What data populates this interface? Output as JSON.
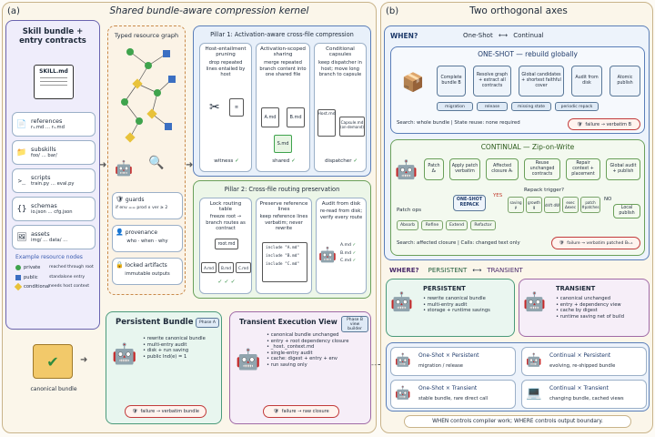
{
  "panel_a": {
    "label": "(a)",
    "title": "Shared bundle-aware compression kernel",
    "skill_bundle": {
      "title": "Skill bundle + entry contracts",
      "skill_file": "SKILL.md",
      "resources": [
        {
          "name": "references",
          "detail": "r₁.md … rₙ.md",
          "icon": "document-stack-icon"
        },
        {
          "name": "subskills",
          "detail": "foo/ … bar/",
          "icon": "folder-icon"
        },
        {
          "name": "scripts",
          "detail": "train.py … eval.py",
          "icon": "terminal-icon"
        },
        {
          "name": "schemas",
          "detail": "io.json … cfg.json",
          "icon": "braces-icon"
        },
        {
          "name": "assets",
          "detail": "img/ … data/ …",
          "icon": "image-icon"
        }
      ],
      "legend_title": "Example resource nodes",
      "legend": [
        {
          "key": "private",
          "desc": "reached through root",
          "color": "#3fa34d"
        },
        {
          "key": "public",
          "desc": "standalone entry",
          "color": "#3b6fc2"
        },
        {
          "key": "conditional",
          "desc": "needs host context",
          "color": "#e8c23a"
        }
      ]
    },
    "graph": {
      "title": "Typed resource graph",
      "guards_title": "guards",
      "guards_expr": "if env == prod ∧ ver ≥ 2",
      "provenance_title": "provenance",
      "provenance_detail": "who · when · why",
      "locked_title": "locked artifacts",
      "locked_detail": "immutable outputs"
    },
    "pillar1": {
      "title": "Pillar 1: Activation-aware cross-file compression",
      "cols": [
        {
          "title": "Host-entailment pruning",
          "desc": "drop repeated lines entailed by host",
          "status": "witness"
        },
        {
          "title": "Activation-scoped sharing",
          "desc": "merge repeated branch content into one shared file",
          "status": "shared"
        },
        {
          "title": "Conditional capsules",
          "desc": "keep dispatcher in host; move long branch to capsule",
          "status": "dispatcher"
        }
      ],
      "files": {
        "a": "A.md",
        "b": "B.md",
        "s": "S.md",
        "host": "Host.md",
        "capsule": "Capsule.md",
        "capsule_note": "(on-demand)"
      }
    },
    "pillar2": {
      "title": "Pillar 2: Cross-file routing preservation",
      "cols": [
        {
          "title": "Lock routing table",
          "desc": "freeze root → branch routes as contract"
        },
        {
          "title": "Preserve reference lines",
          "desc": "keep reference lines verbatim; never rewrite"
        },
        {
          "title": "Audit from disk",
          "desc": "re-read from disk; verify every route"
        }
      ],
      "root": "root.md",
      "branches": [
        "A.md",
        "B.md",
        "C.md"
      ],
      "includes": [
        "include \"A.md\"",
        "include \"B.md\"",
        "include \"C.md\""
      ]
    },
    "persistent": {
      "title": "Persistent Bundle",
      "phase": "Phase A",
      "items": [
        "rewrite canonical bundle",
        "multi-entry audit",
        "disk + run saving",
        "public Ind(e) = 1"
      ],
      "failure": "failure → verbatim bundle"
    },
    "transient": {
      "title": "Transient Execution View",
      "phase": "Phase B view builder",
      "items": [
        "canonical bundle unchanged",
        "entry + root dependency closure",
        "_host._context.md",
        "single-entry audit",
        "cache: digest + entry + env",
        "run saving only"
      ],
      "failure": "failure → raw closure"
    },
    "canonical_label": "canonical bundle"
  },
  "panel_b": {
    "label": "(b)",
    "title": "Two orthogonal axes",
    "when": {
      "label": "WHEN?",
      "left": "One-Shot",
      "right": "Continual"
    },
    "oneshot": {
      "title": "ONE-SHOT — rebuild globally",
      "steps": [
        "Complete bundle B",
        "Resolve graph + extract all contracts",
        "Global candidates + shortest faithful cover",
        "Audit from disk",
        "Atomic publish"
      ],
      "triggers": [
        "migration",
        "release",
        "missing state",
        "periodic repack"
      ],
      "search": "Search: whole bundle  |  State reuse: none required",
      "failure": "failure → verbatim B"
    },
    "continual": {
      "title": "CONTINUAL — Zip-on-Write",
      "steps": [
        "Patch Δₜ",
        "Apply patch verbatim",
        "Affected closure Aₜ",
        "Reuse unchanged contracts",
        "Repair context + placement",
        "Global audit + publish"
      ],
      "repack_q": "Repack trigger?",
      "yes": "YES",
      "no": "NO",
      "oneshot_repack": "ONE-SHOT REPACK",
      "local_publish": "Local publish",
      "metrics": [
        "saving ρ",
        "growth g",
        "drift dW",
        "exec Δexec",
        "patch #patches"
      ],
      "patch_ops_label": "Patch ops",
      "ops": [
        "Absorb",
        "Refine",
        "Extend",
        "Refactor"
      ],
      "search": "Search: affected closure  |  Calls: changed text only",
      "failure": "failure → verbatim patched Bₜ₊₁"
    },
    "where": {
      "label": "WHERE?",
      "left": "PERSISTENT",
      "right": "TRANSIENT"
    },
    "persistent": {
      "title": "PERSISTENT",
      "items": [
        "rewrite canonical bundle",
        "multi-entry audit",
        "storage + runtime savings"
      ]
    },
    "transient": {
      "title": "TRANSIENT",
      "items": [
        "canonical unchanged",
        "entry + dependency view",
        "cache by digest",
        "runtime saving net of build"
      ]
    },
    "combos": [
      {
        "title": "One-Shot × Persistent",
        "desc": "migration / release"
      },
      {
        "title": "Continual × Persistent",
        "desc": "evolving, re-shipped bundle"
      },
      {
        "title": "One-Shot × Transient",
        "desc": "stable bundle, rare direct call"
      },
      {
        "title": "Continual × Transient",
        "desc": "changing bundle, cached views"
      }
    ],
    "footer": "WHEN controls compiler work;  WHERE controls output boundary."
  }
}
